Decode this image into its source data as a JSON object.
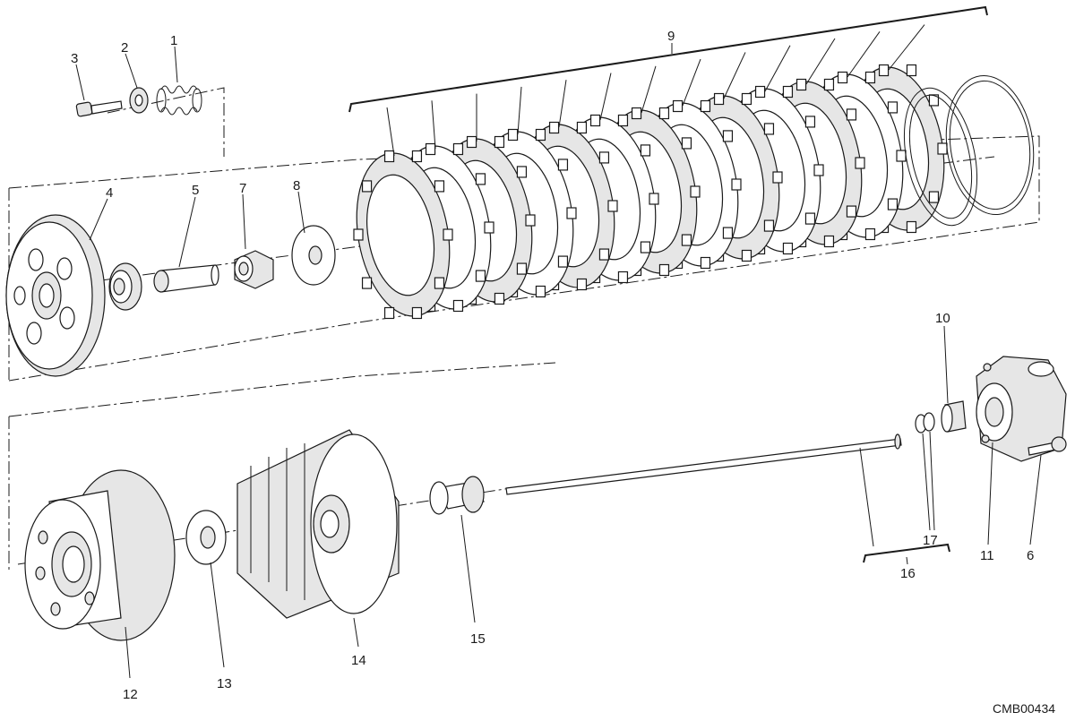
{
  "diagram": {
    "callouts": [
      "1",
      "2",
      "3",
      "4",
      "5",
      "6",
      "7",
      "8",
      "9",
      "10",
      "11",
      "12",
      "13",
      "14",
      "15",
      "16",
      "17"
    ],
    "drawing_code": "CMB00434"
  },
  "colors": {
    "ink": "#1a1a1a",
    "paper": "#ffffff",
    "shade": "#e6e6e6"
  }
}
